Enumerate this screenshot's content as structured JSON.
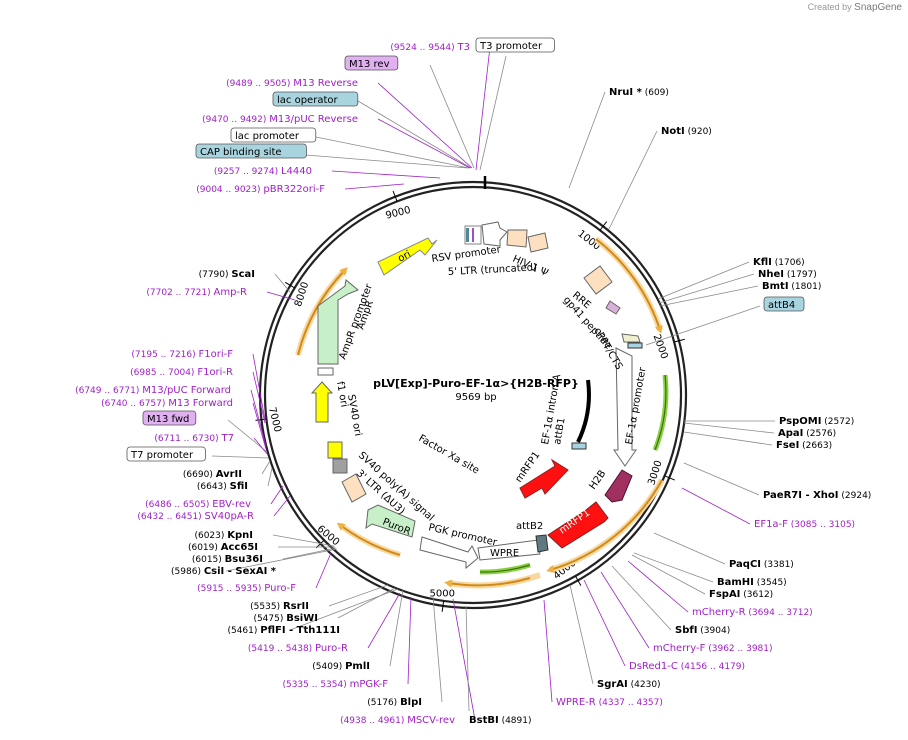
{
  "credit": {
    "prefix": "Created by",
    "brand": "SnapGene"
  },
  "plasmid": {
    "name": "pLV[Exp]-Puro-EF-1α>{H2B-RFP}",
    "length": "9569 bp"
  },
  "colors": {
    "enzyme": "#000000",
    "primer": "#a020c8",
    "feature_leader": "#999999",
    "primer_leader": "#a020c8",
    "orf": "#f0b040",
    "green_arc": "#7ab828",
    "boxed_blue": "#a8d4e0",
    "boxed_purple": "#e0b0f0"
  },
  "ticks": [
    "1000",
    "2000",
    "3000",
    "4000",
    "5000",
    "6000",
    "7000",
    "8000",
    "9000"
  ],
  "labels": [
    {
      "id": "t3-primer",
      "text": "(9524 .. 9544)",
      "name": "T3",
      "kind": "primer"
    },
    {
      "id": "t3-promoter",
      "name": "T3 promoter",
      "kind": "boxed-white"
    },
    {
      "id": "m13-rev",
      "name": "M13 rev",
      "kind": "boxed-purple"
    },
    {
      "id": "m13-reverse",
      "text": "(9489 .. 9505)",
      "name": "M13 Reverse",
      "kind": "primer"
    },
    {
      "id": "lac-operator",
      "name": "lac operator",
      "kind": "boxed-blue"
    },
    {
      "id": "m13-puc-reverse",
      "text": "(9470 .. 9492)",
      "name": "M13/pUC Reverse",
      "kind": "primer"
    },
    {
      "id": "lac-promoter",
      "name": "lac promoter",
      "kind": "boxed-white"
    },
    {
      "id": "cap-binding",
      "name": "CAP binding site",
      "kind": "boxed-blue"
    },
    {
      "id": "l4440",
      "text": "(9257 .. 9274)",
      "name": "L4440",
      "kind": "primer"
    },
    {
      "id": "pbr322ori-f",
      "text": "(9004 .. 9023)",
      "name": "pBR322ori-F",
      "kind": "primer"
    },
    {
      "id": "scai",
      "text": "(7790)",
      "name": "ScaI",
      "kind": "enzyme"
    },
    {
      "id": "amp-r",
      "text": "(7702 .. 7721)",
      "name": "Amp-R",
      "kind": "primer"
    },
    {
      "id": "f1ori-f",
      "text": "(7195 .. 7216)",
      "name": "F1ori-F",
      "kind": "primer"
    },
    {
      "id": "f1ori-r",
      "text": "(6985 .. 7004)",
      "name": "F1ori-R",
      "kind": "primer"
    },
    {
      "id": "m13-puc-forward",
      "text": "(6749 .. 6771)",
      "name": "M13/pUC Forward",
      "kind": "primer"
    },
    {
      "id": "m13-forward",
      "text": "(6740 .. 6757)",
      "name": "M13 Forward",
      "kind": "primer"
    },
    {
      "id": "m13-fwd",
      "name": "M13 fwd",
      "kind": "boxed-purple"
    },
    {
      "id": "t7",
      "text": "(6711 .. 6730)",
      "name": "T7",
      "kind": "primer"
    },
    {
      "id": "t7-promoter",
      "name": "T7 promoter",
      "kind": "boxed-white"
    },
    {
      "id": "avrii",
      "text": "(6690)",
      "name": "AvrII",
      "kind": "enzyme"
    },
    {
      "id": "sfii-1",
      "text": "(6643)",
      "name": "SfiI",
      "kind": "enzyme"
    },
    {
      "id": "ebv-rev",
      "text": "(6486 .. 6505)",
      "name": "EBV-rev",
      "kind": "primer"
    },
    {
      "id": "sv40pa-r",
      "text": "(6432 .. 6451)",
      "name": "SV40pA-R",
      "kind": "primer"
    },
    {
      "id": "kpni",
      "text": "(6023)",
      "name": "KpnI",
      "kind": "enzyme"
    },
    {
      "id": "acc65i",
      "text": "(6019)",
      "name": "Acc65I",
      "kind": "enzyme"
    },
    {
      "id": "bsu36i",
      "text": "(6015)",
      "name": "Bsu36I",
      "kind": "enzyme"
    },
    {
      "id": "csii",
      "text": "(5986)",
      "name": "CsiI",
      "name2": "- SexAI *",
      "kind": "enzyme"
    },
    {
      "id": "puro-f",
      "text": "(5915 .. 5935)",
      "name": "Puro-F",
      "kind": "primer"
    },
    {
      "id": "rsrii",
      "text": "(5535)",
      "name": "RsrII",
      "kind": "enzyme"
    },
    {
      "id": "bsiwi",
      "text": "(5475)",
      "name": "BsiWI",
      "kind": "enzyme"
    },
    {
      "id": "pflfi",
      "text": "(5461)",
      "name": "PflFI",
      "name2": "- Tth111I",
      "kind": "enzyme"
    },
    {
      "id": "puro-r",
      "text": "(5419 .. 5438)",
      "name": "Puro-R",
      "kind": "primer"
    },
    {
      "id": "pmli",
      "text": "(5409)",
      "name": "PmlI",
      "kind": "enzyme"
    },
    {
      "id": "mpgk-f",
      "text": "(5335 .. 5354)",
      "name": "mPGK-F",
      "kind": "primer"
    },
    {
      "id": "blpi",
      "text": "(5176)",
      "name": "BlpI",
      "kind": "enzyme"
    },
    {
      "id": "mscv-rev",
      "text": "(4938 .. 4961)",
      "name": "MSCV-rev",
      "kind": "primer"
    },
    {
      "id": "bstbi",
      "name": "BstBI",
      "text": "(4891)",
      "kind": "enzyme"
    },
    {
      "id": "wpre-r",
      "name": "WPRE-R",
      "text": "(4337 .. 4357)",
      "kind": "primer"
    },
    {
      "id": "sgrai",
      "name": "SgrAI",
      "text": "(4230)",
      "kind": "enzyme"
    },
    {
      "id": "dsred1-c",
      "name": "DsRed1-C",
      "text": "(4156 .. 4179)",
      "kind": "primer"
    },
    {
      "id": "mcherry-f",
      "name": "mCherry-F",
      "text": "(3962 .. 3981)",
      "kind": "primer"
    },
    {
      "id": "sbfi-2",
      "name": "SbfI",
      "text": "(3904)",
      "kind": "enzyme"
    },
    {
      "id": "mcherry-r",
      "name": "mCherry-R",
      "text": "(3694 .. 3712)",
      "kind": "primer"
    },
    {
      "id": "fspai",
      "name": "FspAI",
      "text": "(3612)",
      "kind": "enzyme"
    },
    {
      "id": "bamhi",
      "name": "BamHI",
      "text": "(3545)",
      "kind": "enzyme"
    },
    {
      "id": "paqci",
      "name": "PaqCI",
      "text": "(3381)",
      "kind": "enzyme"
    },
    {
      "id": "ef1a-f",
      "name": "EF1a-F",
      "text": "(3085 .. 3105)",
      "kind": "primer"
    },
    {
      "id": "paer7i",
      "name": "PaeR7I",
      "name2": "- XhoI",
      "text": "(2924)",
      "kind": "enzyme"
    },
    {
      "id": "fsei",
      "name": "FseI",
      "text": "(2663)",
      "kind": "enzyme"
    },
    {
      "id": "apai",
      "name": "ApaI",
      "text": "(2576)",
      "kind": "enzyme"
    },
    {
      "id": "pspomi",
      "name": "PspOMI",
      "text": "(2572)",
      "kind": "enzyme"
    },
    {
      "id": "attb4",
      "name": "attB4",
      "kind": "boxed-blue"
    },
    {
      "id": "bmti",
      "name": "BmtI",
      "text": "(1801)",
      "kind": "enzyme"
    },
    {
      "id": "nhei",
      "name": "NheI",
      "text": "(1797)",
      "kind": "enzyme"
    },
    {
      "id": "kfli",
      "name": "KflI",
      "text": "(1706)",
      "kind": "enzyme"
    },
    {
      "id": "noti",
      "name": "NotI",
      "text": "(920)",
      "kind": "enzyme"
    },
    {
      "id": "nrui",
      "name": "NruI *",
      "text": "(609)",
      "kind": "enzyme"
    }
  ],
  "features": {
    "rsv_promoter": "RSV promoter",
    "ltr5": "5' LTR (truncated)",
    "hiv_psi": "HIV-1 Ψ",
    "rre": "RRE",
    "gp41": "gp41 peptide",
    "cppt": "cPPT/CTS",
    "ef1a_promoter": "EF-1α promoter",
    "ef1a_intron": "EF-1α intron A",
    "attb1": "attB1",
    "mrfp1_inner": "mRFP1",
    "h2b": "H2B",
    "mrfp1": "mRFP1",
    "attb2": "attB2",
    "wpre": "WPRE",
    "pgk_promoter": "PGK promoter",
    "factor_xa": "Factor Xa site",
    "puror": "PuroR",
    "ltr3": "3' LTR (ΔU3)",
    "sv40pa": "SV40 poly(A) signal",
    "sv40_ori": "SV40 ori",
    "f1_ori": "f1 ori",
    "ampr_promoter": "AmpR promoter",
    "ampr": "AmpR",
    "ori": "ori"
  }
}
